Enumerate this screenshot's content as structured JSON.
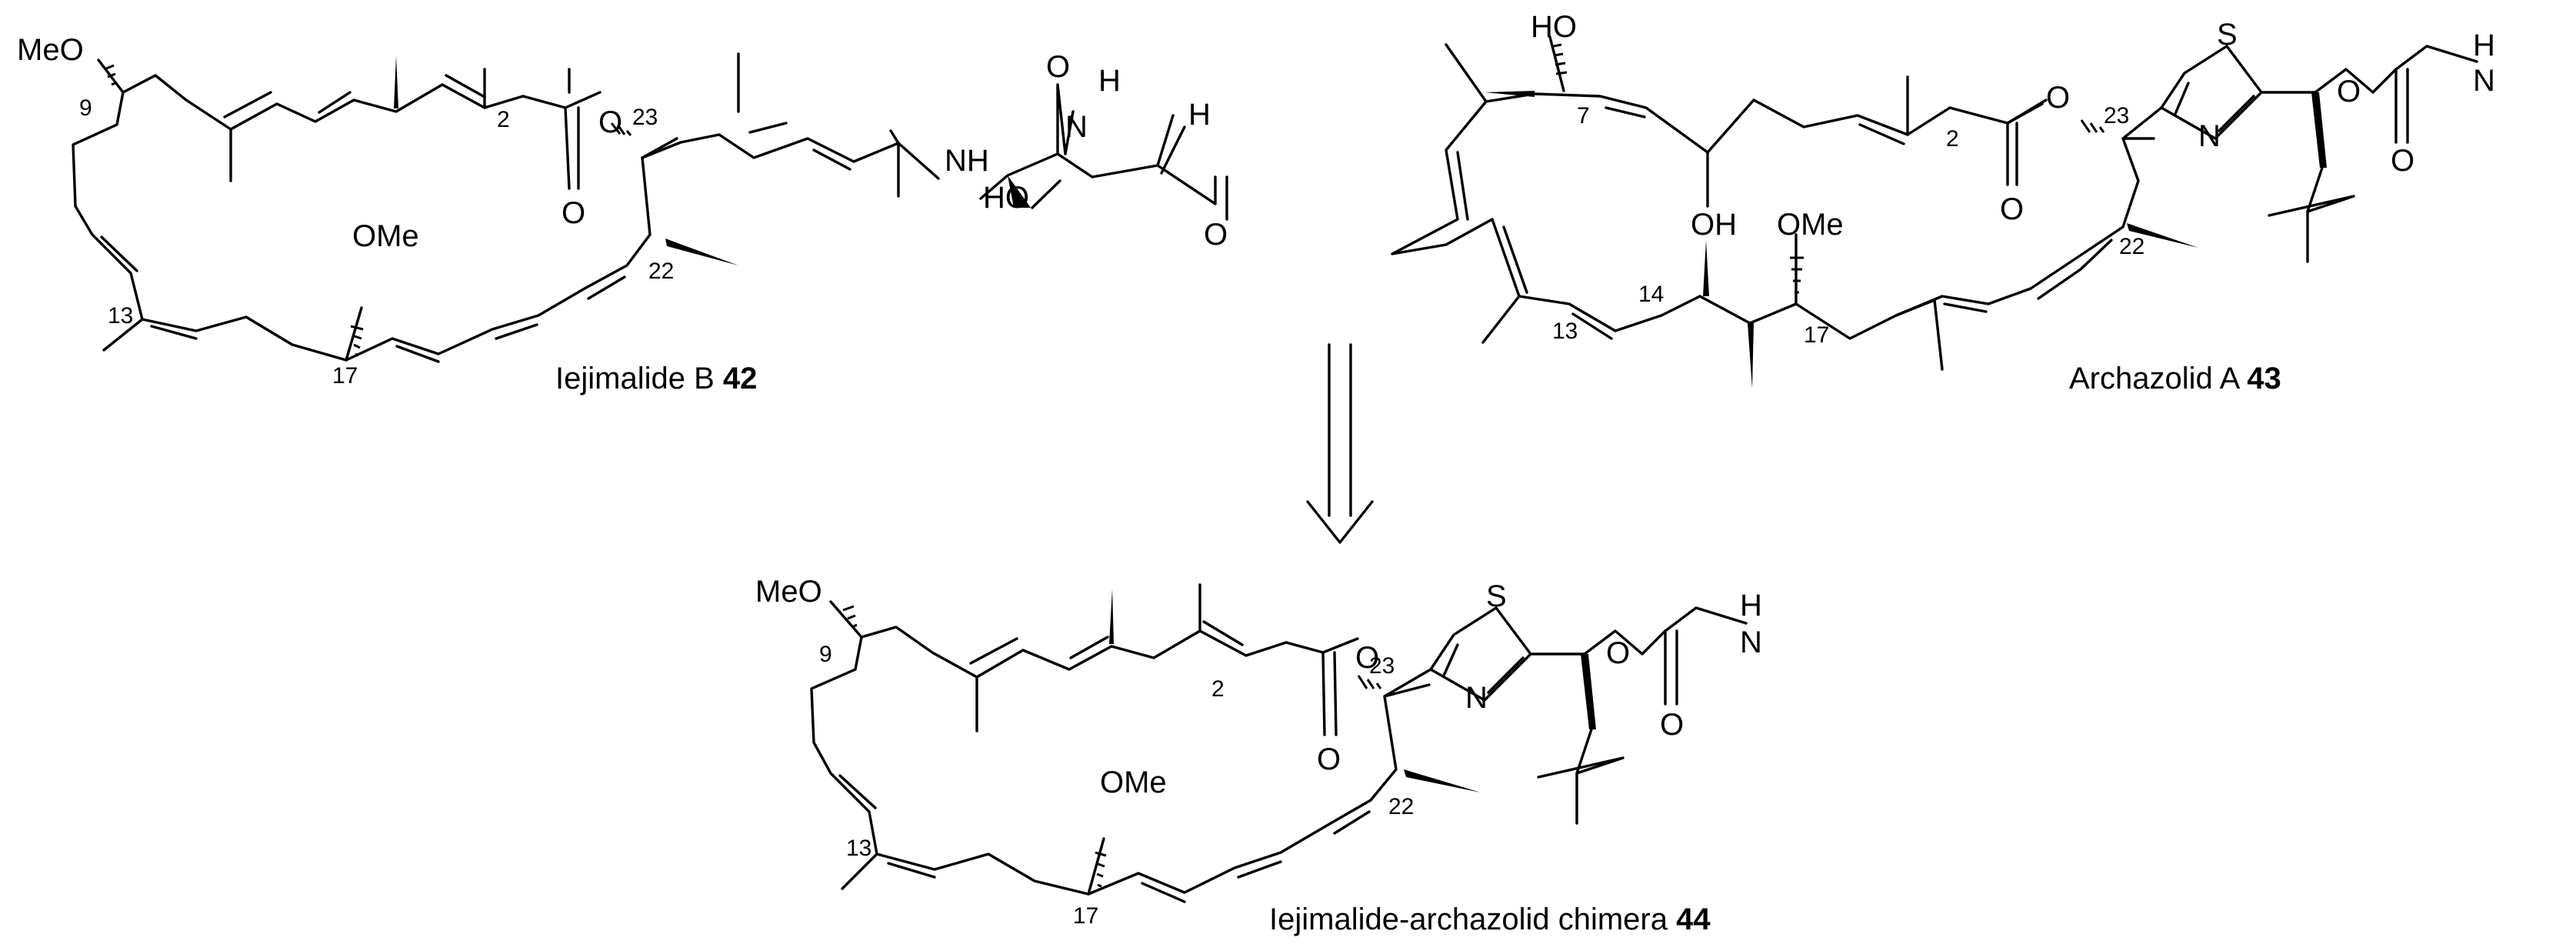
{
  "compounds": [
    {
      "name": "Iejimalide B",
      "number": "42",
      "atoms": {
        "meo": "MeO",
        "ome": "OMe",
        "o_ester": "O",
        "o_carbonyl": "O",
        "nh": "NH",
        "h_top": "H",
        "n": "N",
        "o_amide": "O",
        "h_formyl": "H",
        "o_formyl": "O",
        "ho": "HO"
      },
      "locants": {
        "c9": "9",
        "c2": "2",
        "c23": "23",
        "c22": "22",
        "c13": "13",
        "c17": "17"
      }
    },
    {
      "name": "Archazolid A",
      "number": "43",
      "atoms": {
        "ho": "HO",
        "s": "S",
        "n_thz": "N",
        "o_carb": "O",
        "n_carb": "N",
        "h_carb": "H",
        "o_carb2": "O",
        "o_ester": "O",
        "o_carbonyl": "O",
        "oh": "OH",
        "ome": "OMe"
      },
      "locants": {
        "c7": "7",
        "c2": "2",
        "c23": "23",
        "c22": "22",
        "c14": "14",
        "c13": "13",
        "c17": "17"
      }
    },
    {
      "name": "Iejimalide-archazolid chimera",
      "number": "44",
      "atoms": {
        "meo": "MeO",
        "s": "S",
        "n_thz": "N",
        "o_carb": "O",
        "n_carb": "N",
        "h_carb": "H",
        "o_carb2": "O",
        "o_ester": "O",
        "o_carbonyl": "O",
        "ome": "OMe"
      },
      "locants": {
        "c9": "9",
        "c2": "2",
        "c23": "23",
        "c22": "22",
        "c13": "13",
        "c17": "17"
      }
    }
  ]
}
